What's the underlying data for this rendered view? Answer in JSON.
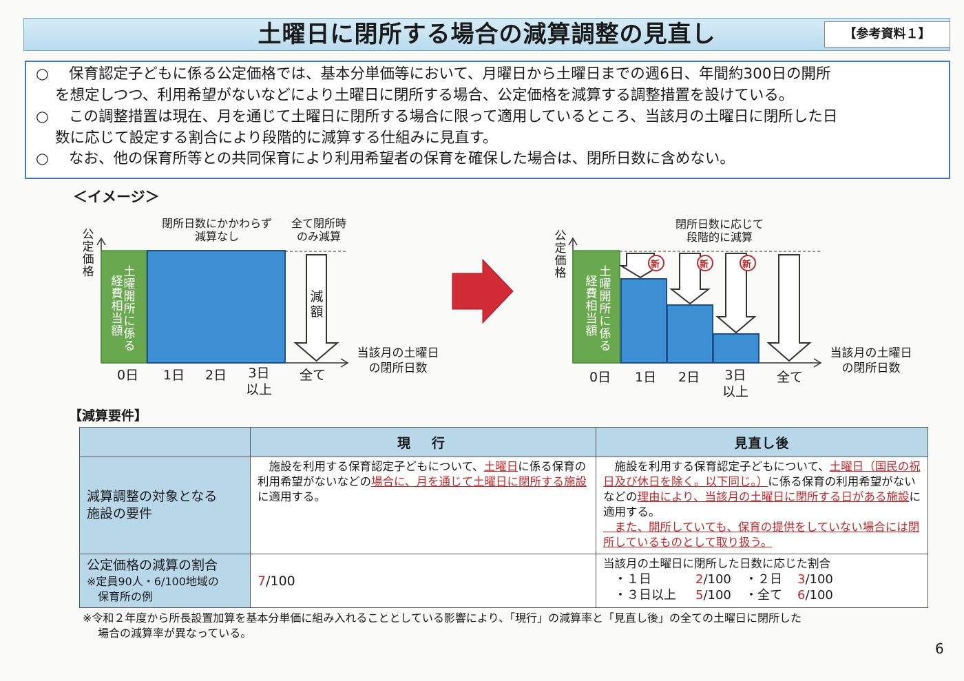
{
  "title": "土曜日に閉所する場合の減算調整の見直し",
  "ref_label": "【参考資料１】",
  "summary": [
    {
      "bullet": "○",
      "line1": "保育認定子どもに係る公定価格では、基本分単価等において、月曜日から土曜日までの週6日、年間約300日の開所",
      "line2": "を想定しつつ、利用希望がないなどにより土曜日に閉所する場合、公定価格を減算する調整措置を設けている。"
    },
    {
      "bullet": "○",
      "line1": "この調整措置は現在、月を通じて土曜日に閉所する場合に限って適用しているところ、当該月の土曜日に閉所した日",
      "line2": "数に応じて設定する割合により段階的に減算する仕組みに見直す。"
    },
    {
      "bullet": "○",
      "line1": "なお、他の保育所等との共同保育により利用希望者の保育を確保した場合は、閉所日数に含めない。",
      "line2": ""
    }
  ],
  "image_heading": "＜イメージ＞",
  "left_diagram": {
    "ylabel": "公\n定\n価\n格",
    "green_label": "土\n曜\n開\n所\n に\n係\nる",
    "green_label2": "経\n費\n相\n当\n額",
    "note_no_reduction": "閉所日数にかかわらず\n減算なし",
    "note_all_closed": "全て閉所時\nのみ減算",
    "arrow_label": "減\n額",
    "xlabel": "当該月の土曜日\nの閉所日数",
    "ticks": [
      "0日",
      "1日",
      "2日",
      "3日\n以上",
      "全て"
    ]
  },
  "right_diagram": {
    "ylabel": "公\n定\n価\n格",
    "note_stepwise": "閉所日数に応じて\n段階的に減算",
    "new_badge": "新",
    "xlabel": "当該月の土曜日\nの閉所日数",
    "ticks": [
      "0日",
      "1日",
      "2日",
      "3日\n以上",
      "全て"
    ]
  },
  "colors": {
    "green": "#6aa84f",
    "blue": "#3d8fd3",
    "red_arrow": "#d12b36",
    "header_bg": "#b8d8ea"
  },
  "requirements": {
    "heading": "【減算要件】",
    "col_current": "現　行",
    "col_revised": "見直し後",
    "row1_label": "減算調整の対象となる\n施設の要件",
    "row1_current": {
      "p1": "　施設を利用する保育認定子どもについて、",
      "u1": "土曜日",
      "p2": "に係る保育の利用希望がないなどの",
      "u2": "場合に、月を通じて土曜日に閉所する施設",
      "p3": "に適用する。"
    },
    "row1_revised": {
      "p1": "　施設を利用する保育認定子どもについて、",
      "u1": "土曜日（国民の祝日及び休日を除く。以下同じ。）",
      "p2": "に係る保育の利用希望がないなどの",
      "u2": "理由により、当該月の土曜日に閉所する日がある施設",
      "p3": "に適用する。",
      "u3": "　また、開所していても、保育の提供をしていない場合には閉所しているものとして取り扱う。"
    },
    "row2_label": "公定価格の減算の割合",
    "row2_note": "※定員90人・6/100地域の\n　保育所の例",
    "row2_current_num": "7",
    "row2_current_den": "/100",
    "row2_revised_intro": "当該月の土曜日に閉所した日数に応じた割合",
    "rates": [
      {
        "label": "・１日",
        "num": "2",
        "den": "/100"
      },
      {
        "label": "・２日",
        "num": "3",
        "den": "/100"
      },
      {
        "label": "・３日以上",
        "num": "5",
        "den": "/100"
      },
      {
        "label": "・全て",
        "num": "6",
        "den": "/100"
      }
    ]
  },
  "footnote_line1": "※令和２年度から所長設置加算を基本分単価に組み入れることとしている影響により、「現行」の減算率と「見直し後」の全ての土曜日に閉所した",
  "footnote_line2": "場合の減算率が異なっている。",
  "page_number": "6"
}
